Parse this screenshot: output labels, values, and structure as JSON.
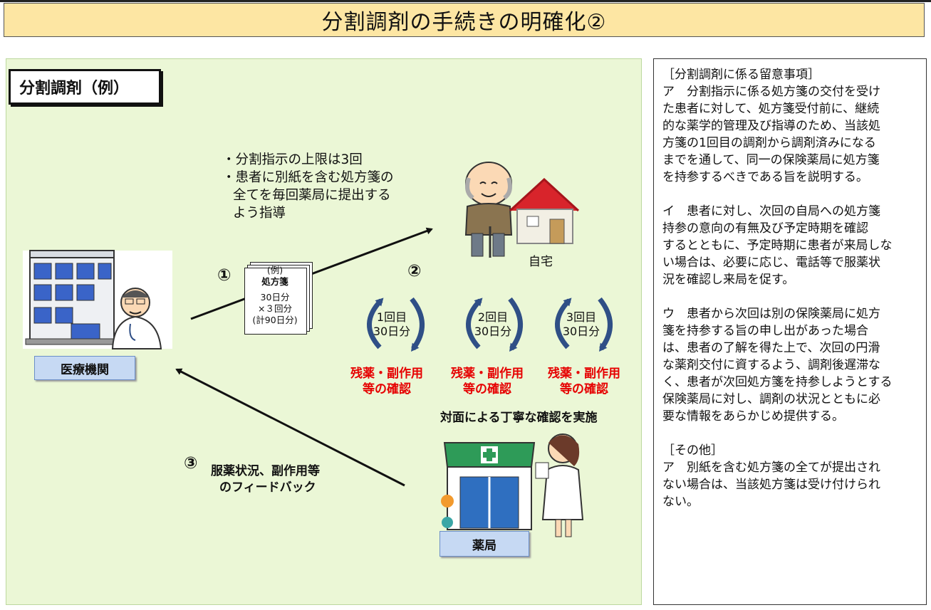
{
  "title": "分割調剤の手続きの明確化②",
  "example_label": "分割調剤（例）",
  "bullets": [
    "・分割指示の上限は3回",
    "・患者に別紙を含む処方箋の",
    "全てを毎回薬局に提出する",
    "よう指導"
  ],
  "steps": {
    "one": "①",
    "two": "②",
    "three": "③"
  },
  "prescription": {
    "line1": "(例)",
    "line2": "処方箋",
    "line3": "30日分",
    "line4": "×３回分",
    "line5": "(計90日分)"
  },
  "visits": [
    {
      "count": "1回目",
      "days": "30日分",
      "check1": "残薬・副作用",
      "check2": "等の確認"
    },
    {
      "count": "2回目",
      "days": "30日分",
      "check1": "残薬・副作用",
      "check2": "等の確認"
    },
    {
      "count": "3回目",
      "days": "30日分",
      "check1": "残薬・副作用",
      "check2": "等の確認"
    }
  ],
  "face_to_face": "対面による丁寧な確認を実施",
  "home_label": "自宅",
  "hospital_label": "医療機関",
  "pharmacy_label": "薬局",
  "feedback": {
    "line1": "服薬状況、副作用等",
    "line2": "のフィードバック"
  },
  "notes": {
    "heading1": "［分割調剤に係る留意事項］",
    "a": [
      "ア　分割指示に係る処方箋の交付を受け",
      "た患者に対して、処方箋受付前に、継続",
      "的な薬学的管理及び指導のため、当該処",
      "方箋の1回目の調剤から調剤済みになる",
      "までを通して、同一の保険薬局に処方箋",
      "を持参するべきである旨を説明する。"
    ],
    "i": [
      "イ　患者に対し、次回の自局への処方箋",
      "持参の意向の有無及び予定時期を確認",
      "するとともに、予定時期に患者が来局しな",
      "い場合は、必要に応じ、電話等で服薬状",
      "況を確認し来局を促す。"
    ],
    "u": [
      "ウ　患者から次回は別の保険薬局に処方",
      "箋を持参する旨の申し出があった場合",
      "は、患者の了解を得た上で、次回の円滑",
      "な薬剤交付に資するよう、調剤後遅滞な",
      "く、患者が次回処方箋を持参しようとする",
      "保険薬局に対し、調剤の状況とともに必",
      "要な情報をあらかじめ提供する。"
    ],
    "heading2": "［その他］",
    "other": [
      "ア　別紙を含む処方箋の全てが提出され",
      "ない場合は、当該処方箋は受け付けられ",
      "ない。"
    ]
  },
  "colors": {
    "title_bg": "#fde6a3",
    "panel_bg": "#ebf7d6",
    "caption_bg": "#c6d9f3",
    "alert_red": "#e60000",
    "cycle_arrow": "#2f4f86"
  },
  "icons": [
    "hospital-building-icon",
    "doctor-icon",
    "elderly-patient-icon",
    "house-icon",
    "pharmacy-icon",
    "pharmacist-icon",
    "prescription-stack-icon",
    "cycle-arrow-icon"
  ]
}
